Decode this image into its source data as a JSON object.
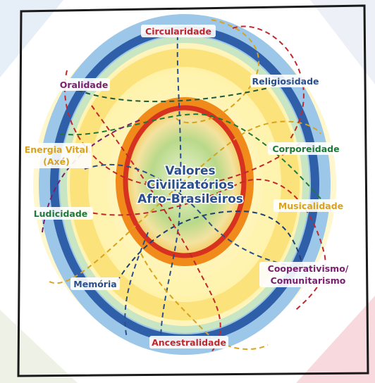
{
  "center": {
    "line1": "Valores",
    "line2": "Civilizatórios",
    "line3": "Afro-Brasileiros"
  },
  "values": {
    "circularidade": "Circularidade",
    "religiosidade": "Religiosidade",
    "corporeidade": "Corporeidade",
    "musicalidade": "Musicalidade",
    "cooperativismo_1": "Cooperativismo/",
    "cooperativismo_2": "Comunitarismo",
    "ancestralidade": "Ancestralidade",
    "memoria": "Memória",
    "ludicidade": "Ludicidade",
    "energia_1": "Energia Vital",
    "energia_2": "(Axé)",
    "oralidade": "Oralidade"
  },
  "colors": {
    "circularidade": "#c0282c",
    "religiosidade": "#2a4f8c",
    "corporeidade": "#1f7a3a",
    "musicalidade": "#d9a21e",
    "cooperativismo": "#7a1f6e",
    "ancestralidade": "#c0282c",
    "memoria": "#2a4f8c",
    "ludicidade": "#1f7a3a",
    "energia": "#d9a21e",
    "oralidade": "#7a1f6e",
    "center_text": "#2a4f8c"
  }
}
